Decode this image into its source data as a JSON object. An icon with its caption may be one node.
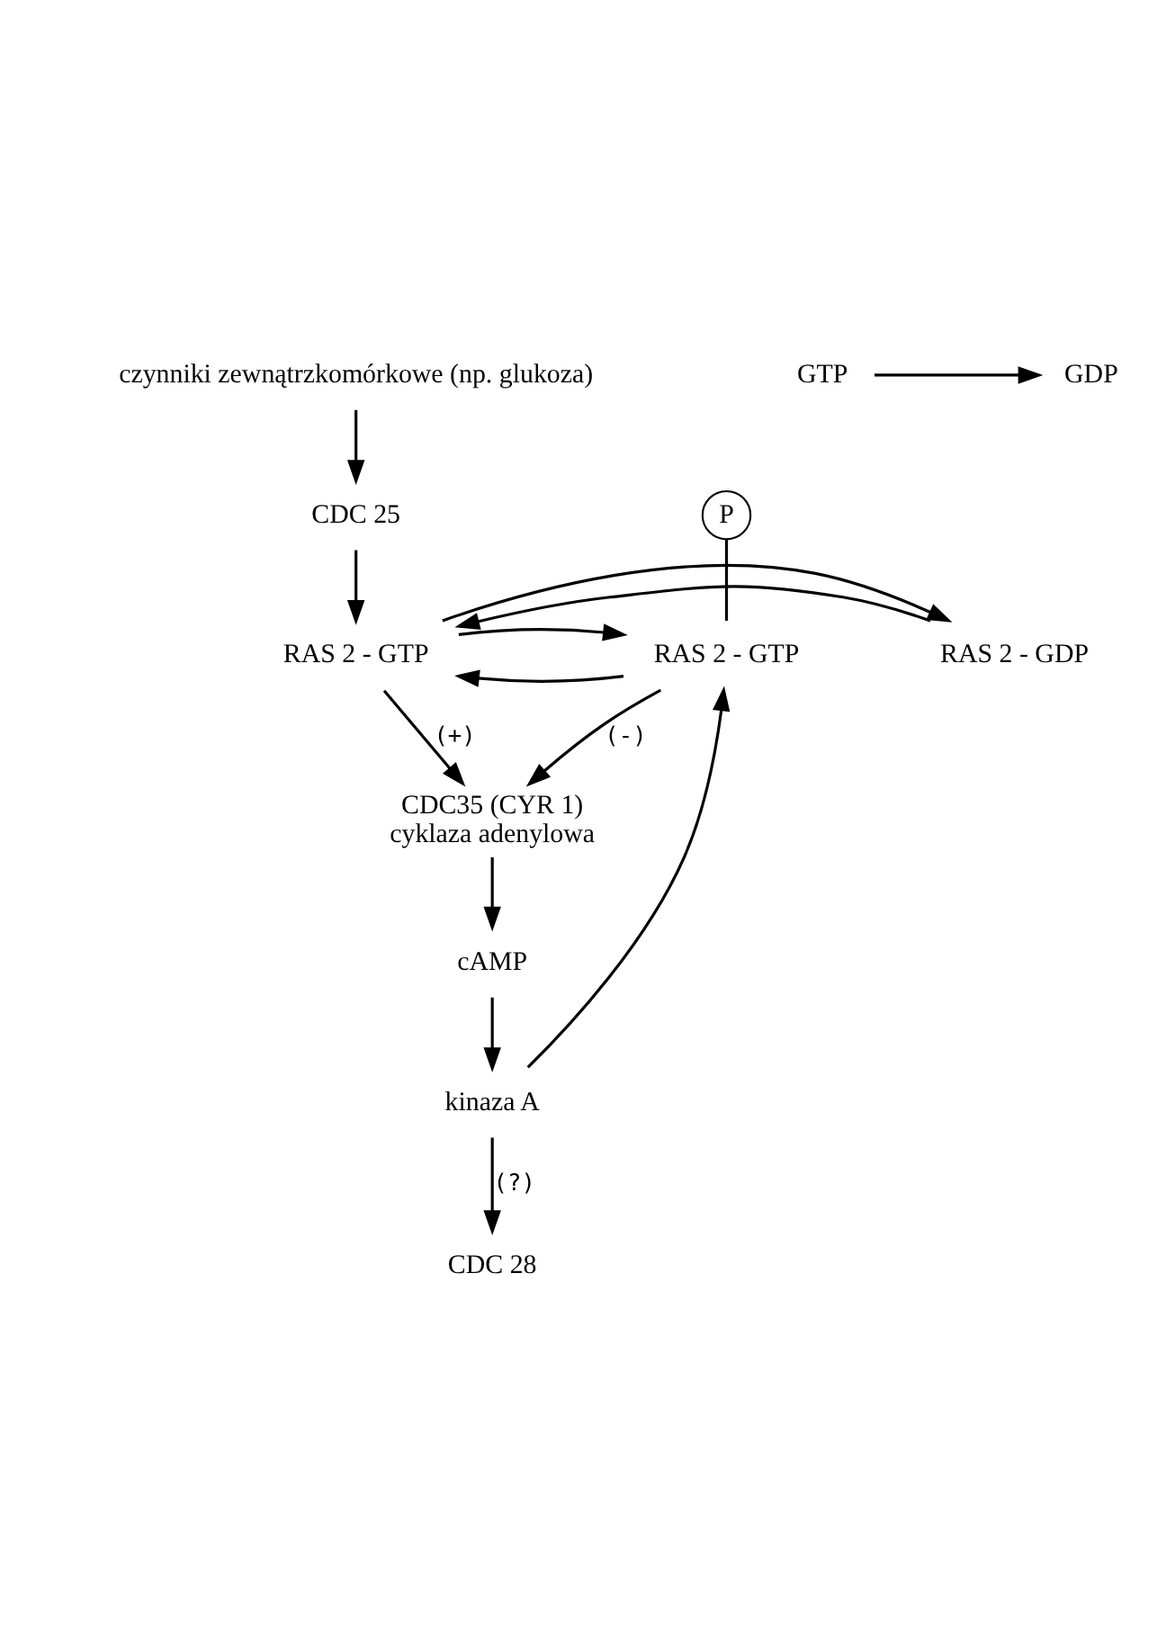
{
  "diagram": {
    "nodes": [
      {
        "text": [
          "czynniki zewnątrzkomórkowe (np. glukoza)"
        ]
      },
      {
        "text": [
          "CDC 25"
        ]
      },
      {
        "text": [
          "GTP"
        ]
      },
      {
        "text": [
          "GDP"
        ]
      },
      {
        "text": [
          "P"
        ]
      },
      {
        "text": [
          "RAS 2 - GDP"
        ]
      },
      {
        "text": [
          "RAS 2 - GTP"
        ]
      },
      {
        "text": [
          "RAS 2 - GTP"
        ]
      },
      {
        "text": [
          "CDC35 (CYR 1)",
          "cyklaza adenylowa"
        ]
      },
      {
        "text": [
          "cAMP"
        ]
      },
      {
        "text": [
          "kinaza A"
        ]
      },
      {
        "text": [
          "CDC 28"
        ]
      }
    ],
    "edges": [
      {
        "from": 0,
        "to": 1,
        "arrow": "to"
      },
      {
        "from": 1,
        "to": 6,
        "arrow": "to"
      },
      {
        "from": 2,
        "to": 3,
        "arrow": "to"
      },
      {
        "from": 5,
        "to": 6,
        "arrow": "to"
      },
      {
        "from": 6,
        "to": 5,
        "arrow": "to"
      },
      {
        "from": 7,
        "to": 6,
        "arrow": "to"
      },
      {
        "from": 6,
        "to": 7,
        "arrow": "to"
      },
      {
        "from": 4,
        "to": 7,
        "arrow": "none"
      },
      {
        "from": 6,
        "to": 8,
        "arrow": "to",
        "label": "(+)"
      },
      {
        "from": 7,
        "to": 8,
        "arrow": "to",
        "label": "(-)"
      },
      {
        "from": 8,
        "to": 9,
        "arrow": "to"
      },
      {
        "from": 9,
        "to": 10,
        "arrow": "to"
      },
      {
        "from": 10,
        "to": 7,
        "arrow": "to"
      },
      {
        "from": 10,
        "to": 11,
        "arrow": "to",
        "label": "(?)"
      }
    ]
  }
}
